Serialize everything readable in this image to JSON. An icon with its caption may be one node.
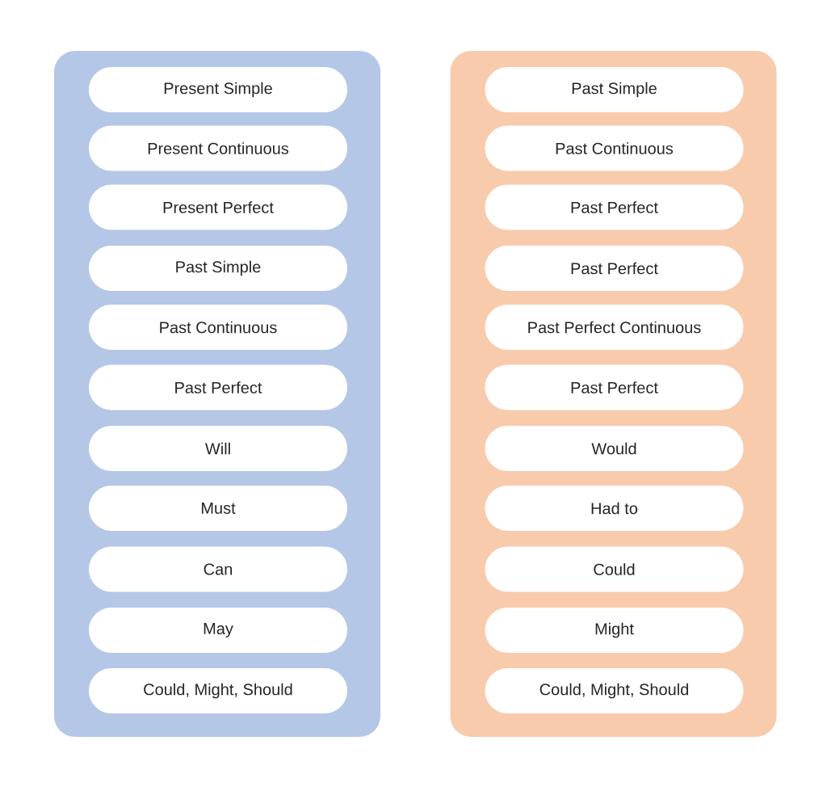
{
  "diagram": {
    "nodes": [
      {
        "text": [],
        "shape": "box"
      },
      {
        "text": [
          "Present Simple"
        ],
        "in": 0
      },
      {
        "text": [
          "Present Continuous"
        ],
        "in": 0
      },
      {
        "text": [
          "Present Perfect"
        ],
        "in": 0
      },
      {
        "text": [
          "Past Simple"
        ],
        "in": 0
      },
      {
        "text": [
          "Past Continuous"
        ],
        "in": 0
      },
      {
        "text": [
          "Past Perfect"
        ],
        "in": 0
      },
      {
        "text": [
          "Will"
        ],
        "in": 0
      },
      {
        "text": [
          "Must"
        ],
        "in": 0
      },
      {
        "text": [
          "Can"
        ],
        "in": 0
      },
      {
        "text": [
          "May"
        ],
        "in": 0
      },
      {
        "text": [
          "Could, Might, Should"
        ],
        "in": 0
      },
      {
        "text": [],
        "shape": "box"
      },
      {
        "text": [
          "Past Simple"
        ],
        "in": 12
      },
      {
        "text": [
          "Past Continuous"
        ],
        "in": 12
      },
      {
        "text": [
          "Past Perfect"
        ],
        "in": 12
      },
      {
        "text": [
          "Past Perfect"
        ],
        "in": 12
      },
      {
        "text": [
          "Past Perfect Continuous"
        ],
        "in": 12
      },
      {
        "text": [
          "Past Perfect"
        ],
        "in": 12
      },
      {
        "text": [
          "Would"
        ],
        "in": 12
      },
      {
        "text": [
          "Had to"
        ],
        "in": 12
      },
      {
        "text": [
          "Could"
        ],
        "in": 12
      },
      {
        "text": [
          "Might"
        ],
        "in": 12
      },
      {
        "text": [
          "Could, Might, Should"
        ],
        "in": 12
      }
    ]
  }
}
